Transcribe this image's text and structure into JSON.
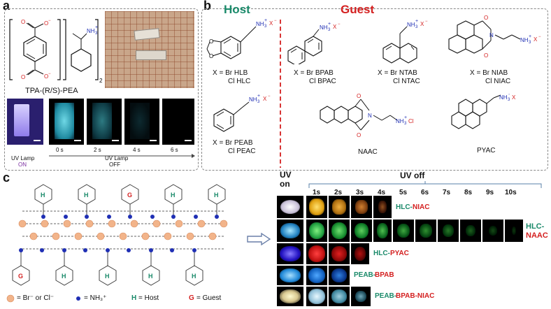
{
  "panels": {
    "a": "a",
    "b": "b",
    "c": "c"
  },
  "panel_a": {
    "formula": "TPA-(R/S)-PEA",
    "uv_on_label": "UV Lamp",
    "uv_on_state": "ON",
    "uv_off_label": "UV Lamp",
    "uv_off_state": "OFF",
    "times": [
      "0 s",
      "2 s",
      "4 s",
      "6 s"
    ]
  },
  "panel_b": {
    "host_title": "Host",
    "guest_title": "Guest",
    "hlb": {
      "x": "X = Br  HLB",
      "cl": "Cl  HLC"
    },
    "peab": {
      "x": "X = Br  PEAB",
      "cl": "Cl  PEAC"
    },
    "bpab": {
      "x": "X = Br  BPAB",
      "cl": "Cl  BPAC"
    },
    "ntab": {
      "x": "X = Br  NTAB",
      "cl": "Cl  NTAC"
    },
    "niab": {
      "x": "X = Br  NIAB",
      "cl": "Cl  NIAC"
    },
    "naac": "NAAC",
    "pyac": "PYAC"
  },
  "panel_c": {
    "uv_on": "UV\non",
    "uv_off": "UV off",
    "times": [
      "1s",
      "2s",
      "3s",
      "4s",
      "5s",
      "6s",
      "7s",
      "8s",
      "9s",
      "10s"
    ],
    "rows": [
      {
        "host": "HLC-",
        "guest": "NIAC"
      },
      {
        "host": "HLC-",
        "guest": "NAAC"
      },
      {
        "host": "HLC-",
        "guest": "PYAC"
      },
      {
        "host": "PEAB-",
        "guest": "BPAB"
      },
      {
        "host": "PEAB-",
        "guest": "BPAB-NIAC"
      }
    ],
    "legend": {
      "halide": "= Br⁻ or Cl⁻",
      "nh3": "= NH₃⁺",
      "host_letter": "H",
      "host_text": "= Host",
      "guest_letter": "G",
      "guest_text": "= Guest"
    }
  },
  "colors": {
    "host": "#1a8a6a",
    "guest": "#d42020",
    "ammonium": "#1f2fb4",
    "halide": "#f2b48a"
  }
}
